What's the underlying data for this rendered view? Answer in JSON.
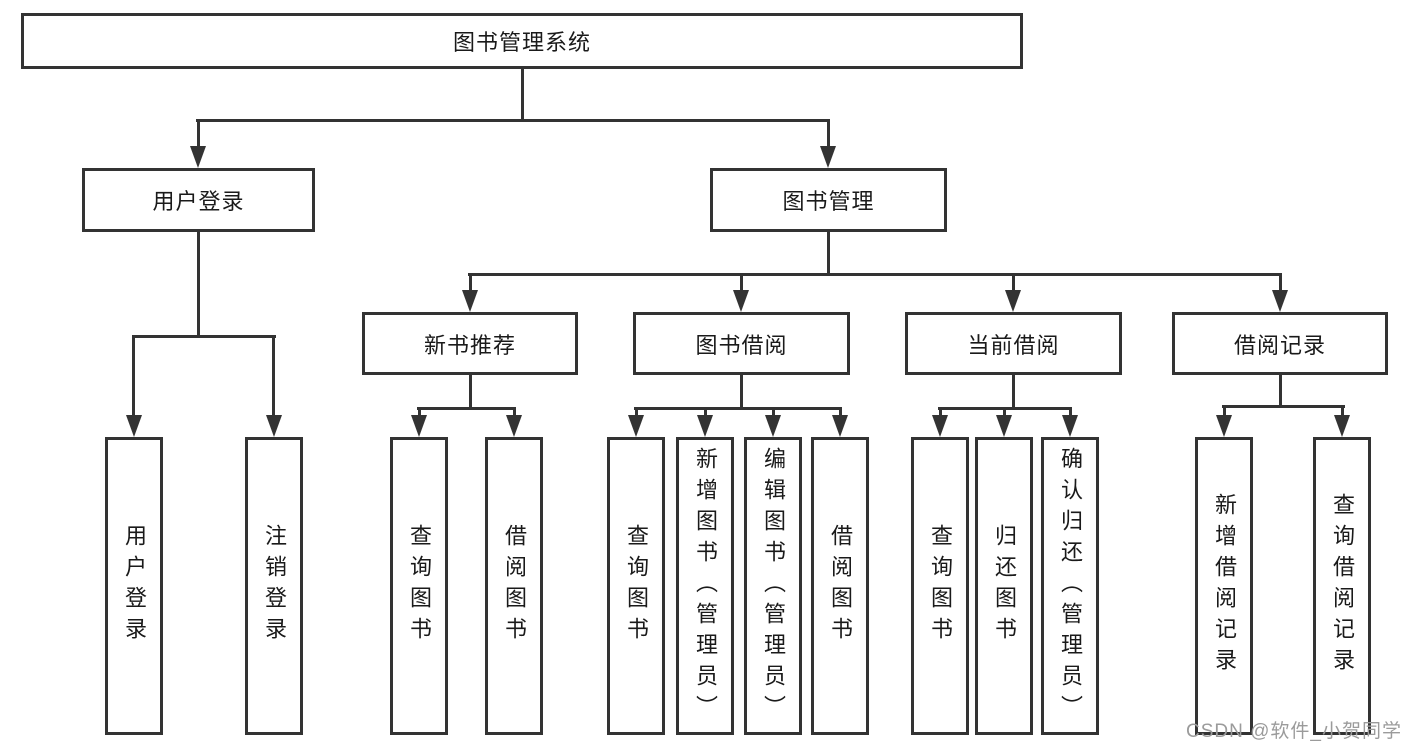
{
  "nodes": {
    "root": "图书管理系统",
    "userLogin": "用户登录",
    "bookMgmt": "图书管理",
    "newBookRec": "新书推荐",
    "bookBorrow": "图书借阅",
    "currentBorrow": "当前借阅",
    "borrowRecord": "借阅记录",
    "leafUserLogin": "用户登录",
    "leafLogout": "注销登录",
    "nbrQuery": "查询图书",
    "nbrBorrow": "借阅图书",
    "bbQuery": "查询图书",
    "bbAdd": "新增图书（管理员）",
    "bbEdit": "编辑图书（管理员）",
    "bbBorrow": "借阅图书",
    "cbQuery": "查询图书",
    "cbReturn": "归还图书",
    "cbConfirm": "确认归还（管理员）",
    "brAdd": "新增借阅记录",
    "brQuery": "查询借阅记录"
  },
  "watermark": "CSDN @软件_小贺同学",
  "colors": {
    "line": "#333333",
    "text": "#1a1a1a",
    "watermark": "#9b9b9b",
    "background": "#ffffff"
  }
}
